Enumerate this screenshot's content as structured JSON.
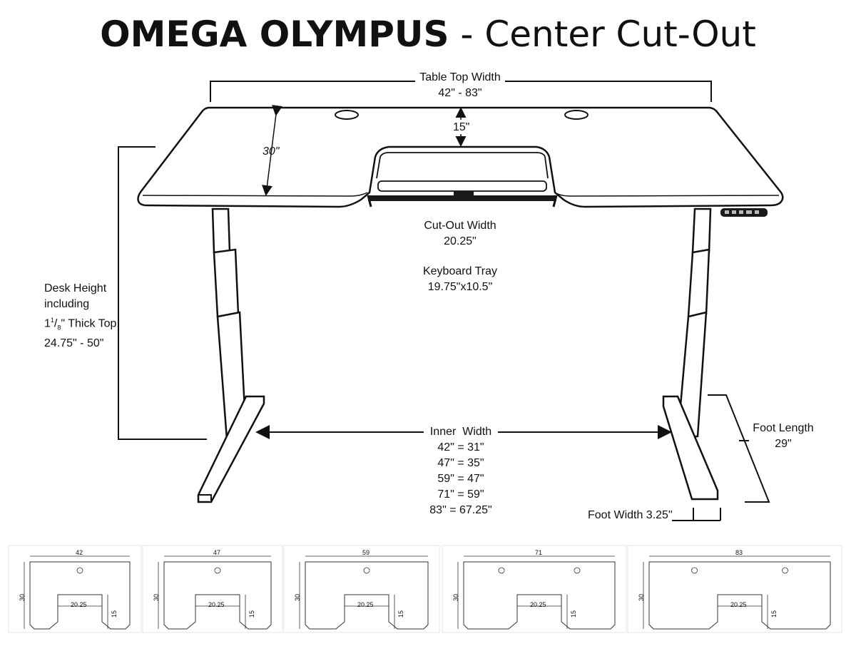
{
  "title": {
    "brand": "OMEGA OLYMPUS",
    "separator": "-",
    "subtitle": "Center Cut-Out"
  },
  "desk": {
    "table_top_width_label": "Table Top Width",
    "table_top_width_value": "42\" - 83\"",
    "depth_label": "30\"",
    "cutout_depth_label": "15\"",
    "cutout_width_label": "Cut-Out Width",
    "cutout_width_value": "20.25\"",
    "keyboard_tray_label": "Keyboard Tray",
    "keyboard_tray_value": "19.75\"x10.5\"",
    "desk_height_label_1": "Desk Height",
    "desk_height_label_2": "including",
    "desk_height_label_3_pre": "1",
    "desk_height_label_3_sup": "1",
    "desk_height_label_3_sub": "8",
    "desk_height_label_3_post": "\" Thick Top",
    "desk_height_value": "24.75\" - 50\"",
    "inner_width_label": "Inner  Width",
    "inner_width_values": [
      "42\" = 31\"",
      "47\" = 35\"",
      "59\" = 47\"",
      "71\" = 59\"",
      "83\" = 67.25\""
    ],
    "foot_length_label": "Foot Length",
    "foot_length_value": "29\"",
    "foot_width_label": "Foot Width 3.25\""
  },
  "plans": [
    {
      "width": "42",
      "depth": "30",
      "cutout": "20.25",
      "cut_depth": "15",
      "grommets": 1
    },
    {
      "width": "47",
      "depth": "30",
      "cutout": "20.25",
      "cut_depth": "15",
      "grommets": 1
    },
    {
      "width": "59",
      "depth": "30",
      "cutout": "20.25",
      "cut_depth": "15",
      "grommets": 1
    },
    {
      "width": "71",
      "depth": "30",
      "cutout": "20.25",
      "cut_depth": "15",
      "grommets": 2
    },
    {
      "width": "83",
      "depth": "30",
      "cutout": "20.25",
      "cut_depth": "15",
      "grommets": 2
    }
  ]
}
